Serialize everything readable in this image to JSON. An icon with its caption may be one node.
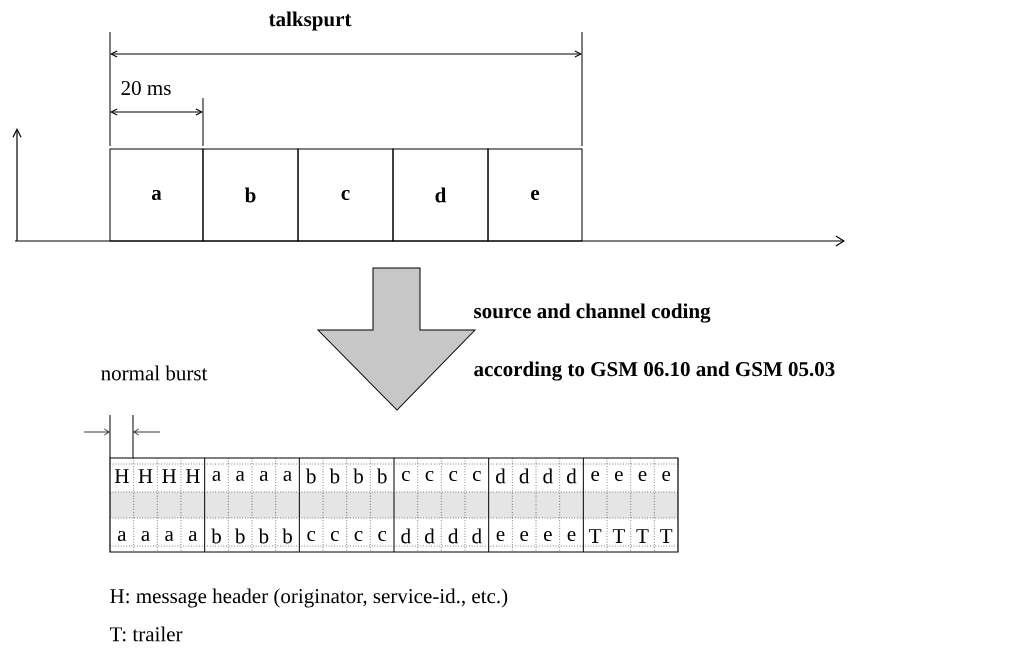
{
  "diagram": {
    "nodes": [
      {
        "text": [
          "a"
        ]
      },
      {
        "text": [
          "b"
        ]
      },
      {
        "text": [
          "c"
        ]
      },
      {
        "text": [
          "d"
        ]
      },
      {
        "text": [
          "e"
        ]
      }
    ],
    "labels": [
      "talkspurt",
      "20 ms",
      "source and channel coding",
      "normal burst",
      "according to GSM 06.10 and GSM 05.03",
      "H",
      "H",
      "H",
      "H",
      "a",
      "a",
      "a",
      "a",
      "b",
      "b",
      "b",
      "b",
      "c",
      "c",
      "c",
      "c",
      "d",
      "d",
      "d",
      "d",
      "e",
      "e",
      "e",
      "e",
      "a",
      "a",
      "a",
      "a",
      "b",
      "b",
      "b",
      "b",
      "c",
      "c",
      "c",
      "c",
      "d",
      "d",
      "d",
      "d",
      "e",
      "e",
      "e",
      "e",
      "T",
      "T",
      "T",
      "T",
      "H: message header (originator, service-id., etc.)",
      "T: trailer"
    ]
  }
}
